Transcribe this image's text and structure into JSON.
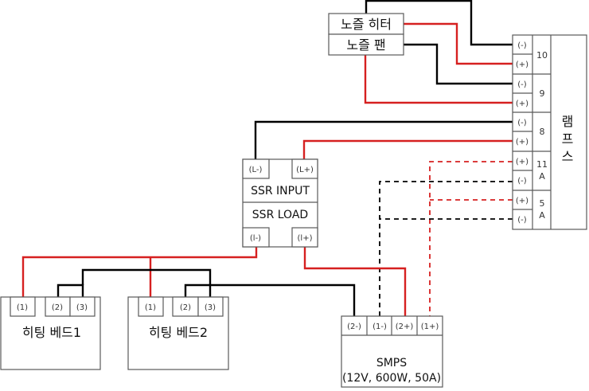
{
  "nozzle": {
    "heater_label": "노즐 히터",
    "fan_label": "노즐 팬"
  },
  "rampsLabel": "램프스",
  "rampsTerminals": [
    {
      "group": "10",
      "pins": [
        "(-)",
        "(+)"
      ]
    },
    {
      "group": "9",
      "pins": [
        "(-)",
        "(+)"
      ]
    },
    {
      "group": "8",
      "pins": [
        "(-)",
        "(+)"
      ]
    },
    {
      "group": "11\nA",
      "line1": "11",
      "line2": "A",
      "pins": [
        "(+)",
        "(-)"
      ]
    },
    {
      "group": "5\nA",
      "line1": "5",
      "line2": "A",
      "pins": [
        "(+)",
        "(-)"
      ]
    }
  ],
  "ssr": {
    "input_label": "SSR INPUT",
    "load_label": "SSR LOAD",
    "pins": {
      "l_minus": "(L-)",
      "l_plus": "(L+)",
      "load_minus": "(l-)",
      "load_plus": "(l+)"
    }
  },
  "heatbed1": {
    "label": "히팅 베드1",
    "pins": [
      "(1)",
      "(2)",
      "(3)"
    ]
  },
  "heatbed2": {
    "label": "히팅 베드2",
    "pins": [
      "(1)",
      "(2)",
      "(3)"
    ]
  },
  "smps": {
    "label": "SMPS",
    "spec": "(12V, 600W, 50A)",
    "pins": [
      "(2-)",
      "(1-)",
      "(2+)",
      "(1+)"
    ]
  },
  "colors": {
    "positive": "#d62020",
    "negative": "#000000"
  }
}
